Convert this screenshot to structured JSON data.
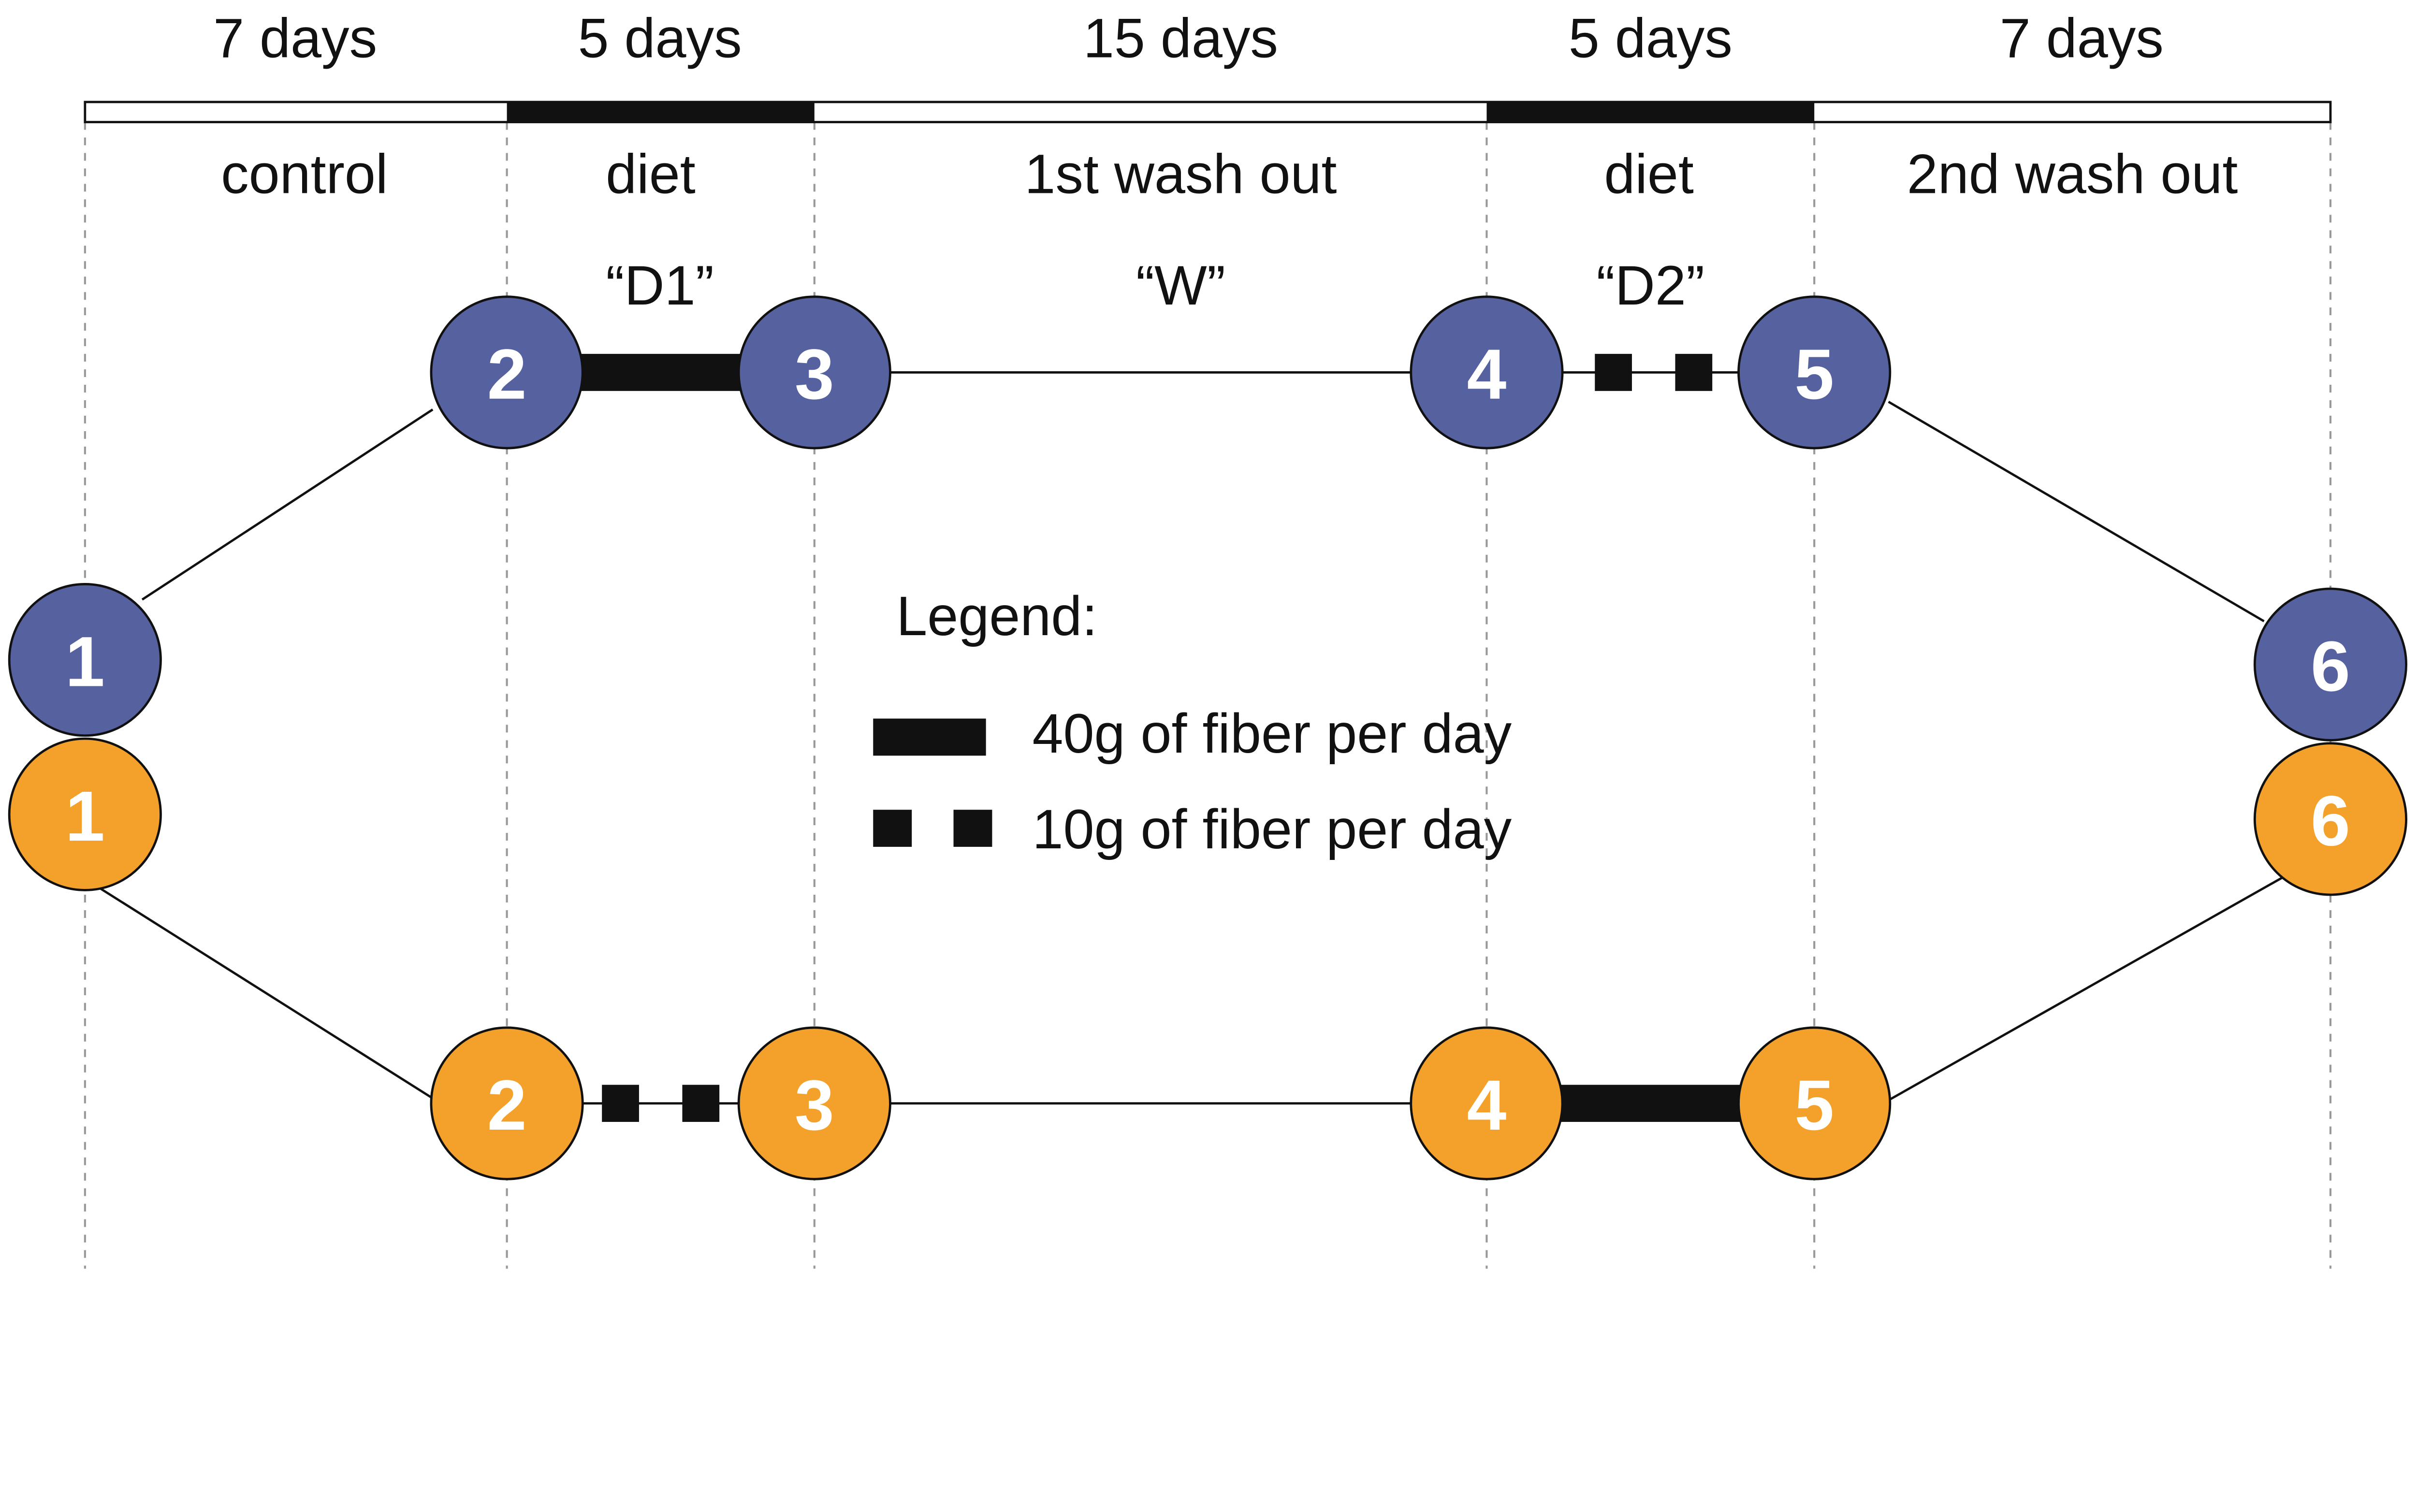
{
  "durations": [
    "7 days",
    "5 days",
    "15 days",
    "5 days",
    "7 days"
  ],
  "phases": [
    "control",
    "diet",
    "1st wash out",
    "diet",
    "2nd wash out"
  ],
  "phase_codes": [
    "“D1”",
    "“W”",
    "“D2”"
  ],
  "colors": {
    "blue_group": "#5661a0",
    "orange_group": "#f4a12b",
    "fiber": "#111111"
  },
  "blue_group": {
    "nodes": [
      "1",
      "2",
      "3",
      "4",
      "5",
      "6"
    ],
    "diet_1": "40g",
    "diet_2": "10g"
  },
  "orange_group": {
    "nodes": [
      "1",
      "2",
      "3",
      "4",
      "5",
      "6"
    ],
    "diet_1": "10g",
    "diet_2": "40g"
  },
  "legend": {
    "title": "Legend:",
    "items": [
      {
        "style": "solid-thick",
        "label": "40g of fiber per day"
      },
      {
        "style": "dashed-squares",
        "label": "10g of fiber per day"
      }
    ]
  }
}
